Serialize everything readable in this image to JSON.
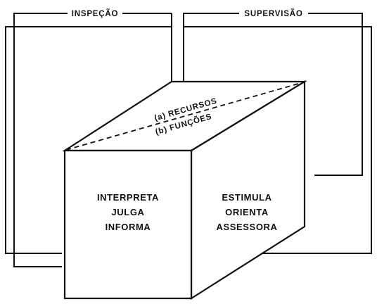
{
  "frames": {
    "left_label": "INSPEÇÃO",
    "right_label": "SUPERVISÃO"
  },
  "cube": {
    "top": {
      "line1": "(a) RECURSOS",
      "line2": "(b) FUNÇÕES"
    },
    "front": [
      "INTERPRETA",
      "JULGA",
      "INFORMA"
    ],
    "side": [
      "ESTIMULA",
      "ORIENTA",
      "ASSESSORA"
    ]
  }
}
